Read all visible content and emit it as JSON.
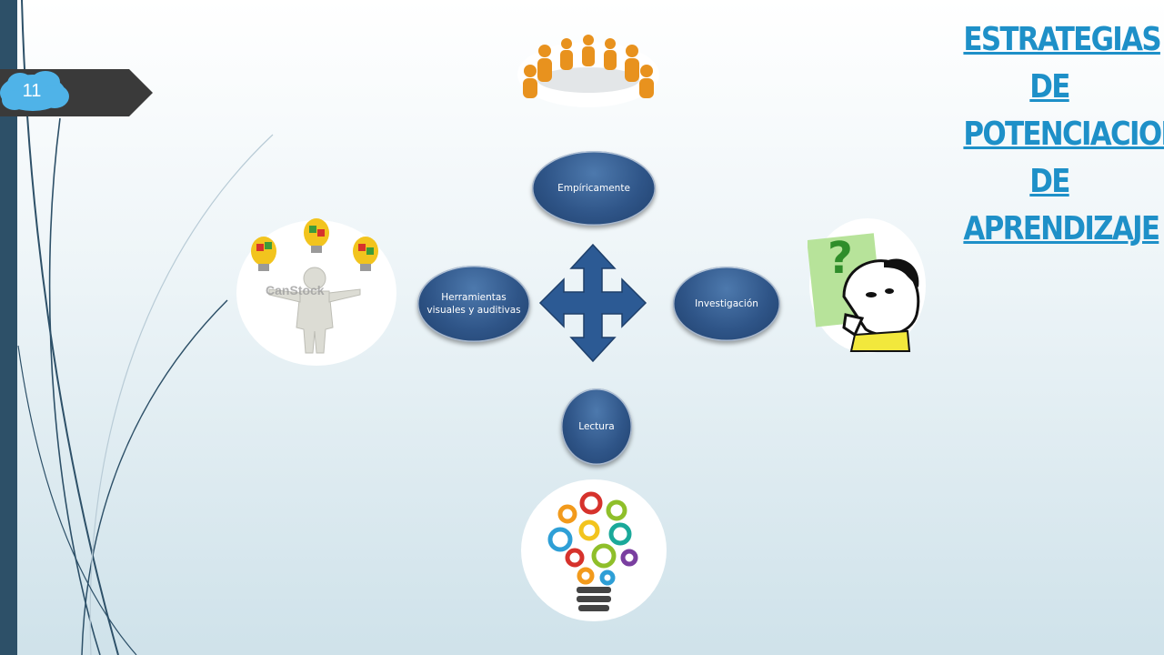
{
  "slide": {
    "number": "11"
  },
  "title": {
    "lines": [
      "ESTRATEGIAS",
      "DE",
      "POTENCIACION",
      "DE",
      "APRENDIZAJE"
    ]
  },
  "diagram": {
    "nodes": {
      "top": "Empíricamente",
      "right": "Investigación",
      "left": "Herramientas visuales y auditivas",
      "bottom": "Lectura"
    },
    "watermark": "CanStock"
  },
  "colors": {
    "title": "#1e90c8",
    "node": "#2f5588",
    "arrow": "#2c5a94",
    "sidebar": "#2d5068",
    "slide_tab": "#3a3a3a",
    "number_cloud": "#4fb3e8"
  },
  "icons": {
    "meeting": "people-meeting-icon",
    "puzzle": "figure-puzzle-lightbulbs-icon",
    "thinker": "thinking-man-question-icon",
    "bulb": "gears-lightbulb-icon"
  }
}
